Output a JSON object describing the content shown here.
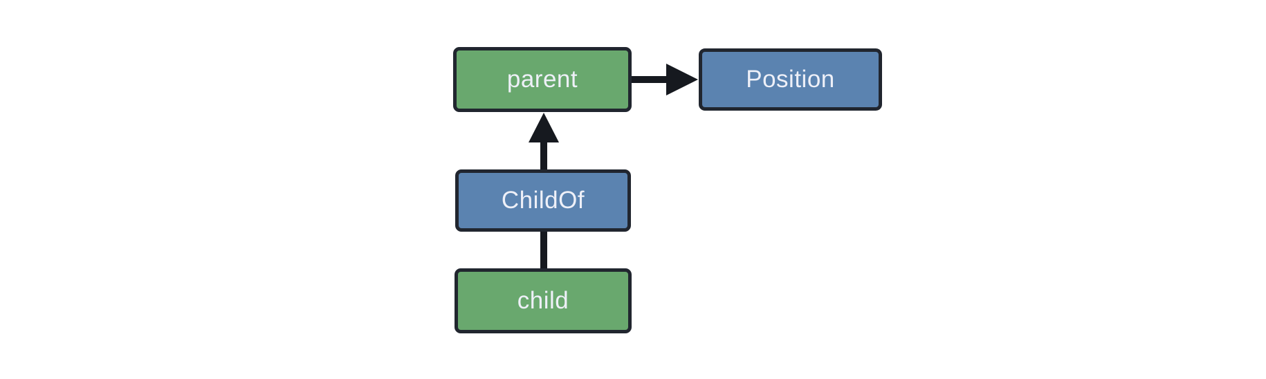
{
  "diagram": {
    "nodes": [
      {
        "id": "parent",
        "label": "parent",
        "kind": "entity"
      },
      {
        "id": "Position",
        "label": "Position",
        "kind": "component"
      },
      {
        "id": "ChildOf",
        "label": "ChildOf",
        "kind": "relationship"
      },
      {
        "id": "child",
        "label": "child",
        "kind": "entity"
      }
    ],
    "edges": [
      {
        "from": "parent",
        "to": "Position",
        "arrow": "to"
      },
      {
        "from": "ChildOf",
        "to": "parent",
        "arrow": "to"
      },
      {
        "from": "child",
        "to": "ChildOf",
        "arrow": "none"
      }
    ],
    "colors": {
      "entity_fill": "#69a86e",
      "component_fill": "#5b83b0",
      "node_border": "#21262f",
      "edge": "#16191f",
      "label_text": "#eef0f8",
      "background": "#ffffff"
    }
  }
}
